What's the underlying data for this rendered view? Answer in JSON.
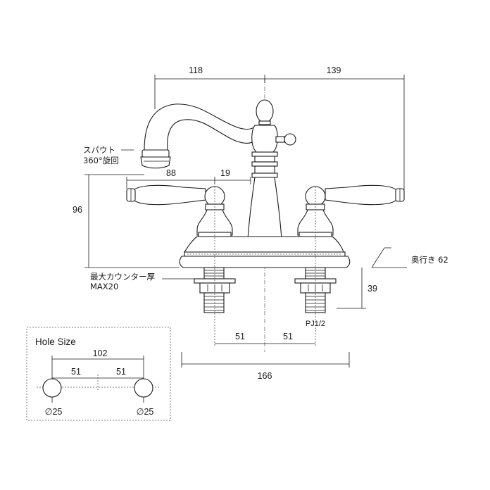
{
  "dimensions": {
    "spout_reach": "118",
    "handle_reach": "139",
    "handle_length": "88",
    "handle_offset": "19",
    "height": "96",
    "shank_length": "39",
    "depth_label": "奥行き 62",
    "left_center": "51",
    "right_center": "51",
    "base_width": "166"
  },
  "notes": {
    "spout_line1": "スパウト",
    "spout_line2": "360°旋回",
    "counter_line1": "最大カウンター厚",
    "counter_line2": "MAX20",
    "thread": "PJ1/2"
  },
  "hole_size": {
    "title": "Hole Size",
    "overall": "102",
    "left": "51",
    "right": "51",
    "diameter_left": "∅25",
    "diameter_right": "∅25"
  }
}
